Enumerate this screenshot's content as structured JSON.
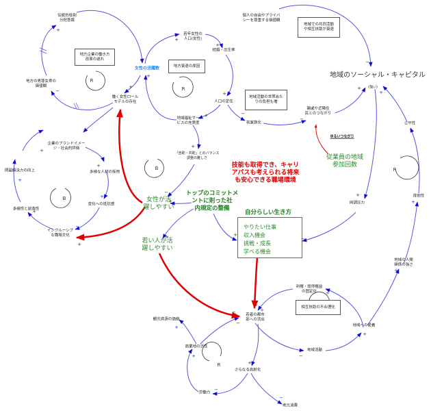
{
  "diagram": {
    "type": "causal-loop-diagram",
    "colors": {
      "link": "#5555dd",
      "arrowhead": "#1010cc",
      "emphasis": "#e00000",
      "highlight_green": "#2a8a2a",
      "variable_blue": "#1a8cff"
    },
    "variables": {
      "traditional_roles": "伝統的役割\n分担意識",
      "local_value_bias": "地方の男尊女卑の\n価値観",
      "working_role_model": "働く女性ロール\nモデルの存在",
      "women_active_count": "女性の活躍数",
      "young_women_pop": "若年女性の\n人口(女性)",
      "marriage_birth": "結婚・出生率",
      "population_stability": "人口の定住",
      "welfare_services": "地域福祉サー\nビスの充実度",
      "self_mutual_balance": "「自助・共助」とのバランス\n調整の難しさ",
      "nuclear_family": "核家族化",
      "kin_neighbor_ties": "親戚や近隣住\n民とのつながり",
      "social_capital": "地域のソーシャル・キャピタル",
      "social_capital_sub": "(強い)",
      "individual_values": "個人の自由やプライバ\nシーを尊重する価値観",
      "fairness": "公平性",
      "exclusivity": "排他性",
      "local_relations": "地域の人間\n関係の強さ",
      "peer_pressure": "同調圧力",
      "brand_image": "企業のブランドイメー\nジ・社会的評価",
      "diverse_hiring": "多様な人材の採用",
      "resistance_change": "変化への抵抗感",
      "inclusive_culture": "インクルーシブ\nな職場文化",
      "diversity_creativity": "多様性と創造性",
      "problem_solving": "問題解決力の向上",
      "women_easy": "女性が活\n躍しやすい",
      "young_easy": "若い人が活\n躍しやすい",
      "top_commitment": "トップのコミットメ\nントに則った社\n内規定の整備",
      "employee_participation": "従業員の地域\n参加回数",
      "youth_outflow": "若者の都市\n部への流出",
      "rights_fixation": "利権・既得権益\nの固定化",
      "local_activity": "地域活動",
      "local_attachment": "地域への愛着",
      "tourism_value": "観光資源の価値",
      "shopping_vitality": "商業地の活性",
      "further_aging": "さらなる高齢化",
      "labor_force": "労働力",
      "local_consumption": "地元消費"
    },
    "boxes": {
      "local_work_reform": "地方企業の働き方\n改革の遅れ",
      "local_decline": "地方衰退の原因",
      "local_burden": "地域活動の世帯あた\nりの負担も増",
      "mutual_aid": "地域での共同活動\nや相互扶助が衰退",
      "mutual_aid_irrational": "相互扶助の不合理化"
    },
    "emphasis": {
      "workplace_env": "技能も取得でき、キャリ\nアパスも考えられる将来\nも安心できる職場環境",
      "loose_ties": "ゆるいつながり"
    },
    "life_box": {
      "title": "自分らしい生き方",
      "items": [
        "やりたい仕事",
        "収入機会",
        "挑戦・成長",
        "学べる機会"
      ]
    },
    "loops": [
      {
        "id": "R1",
        "label": "R"
      },
      {
        "id": "R2",
        "label": "R"
      },
      {
        "id": "B1",
        "label": "B"
      },
      {
        "id": "B2",
        "label": "B"
      },
      {
        "id": "R3",
        "label": "R"
      },
      {
        "id": "B3",
        "label": "B"
      },
      {
        "id": "R4",
        "label": "R"
      }
    ],
    "signs": {
      "plus": "+",
      "minus": "−"
    }
  }
}
